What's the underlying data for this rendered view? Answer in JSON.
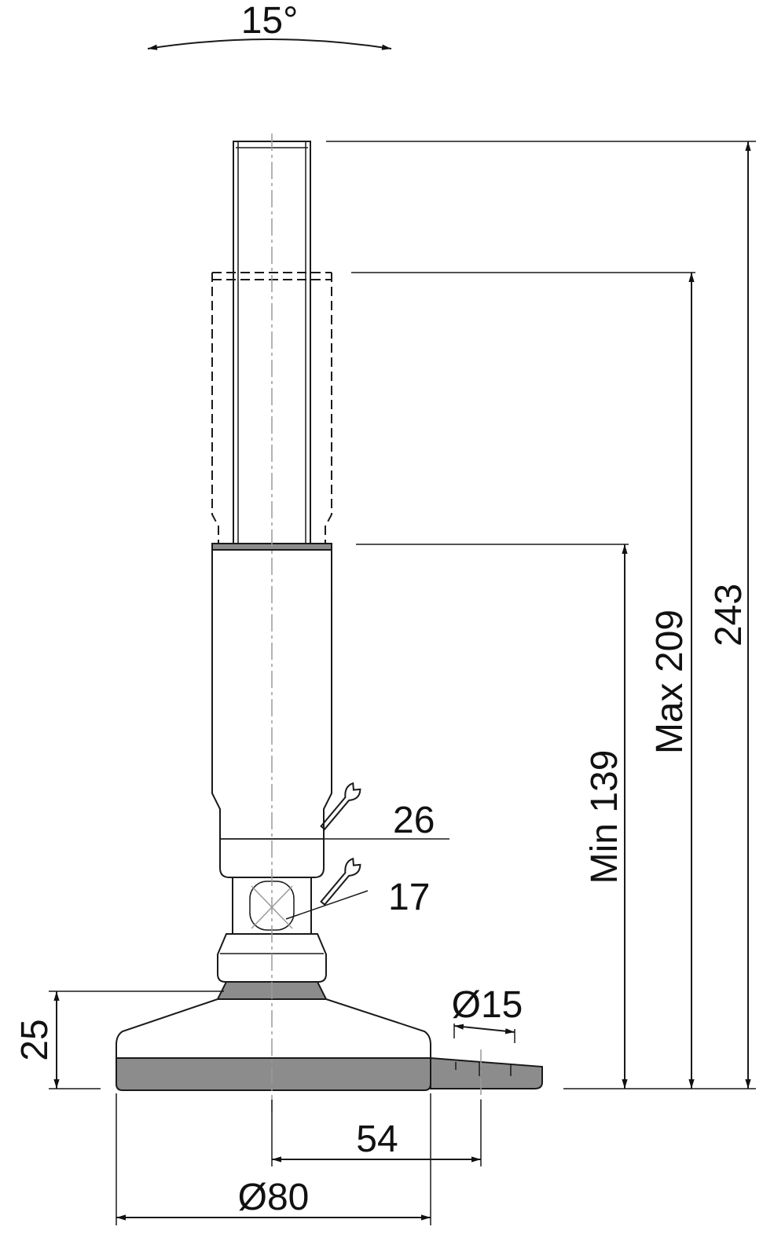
{
  "drawing": {
    "tilt_angle": "15°",
    "total_height": "243",
    "max_height": "Max 209",
    "min_height": "Min 139",
    "wrench_upper": "26",
    "wrench_lower": "17",
    "hole_diameter": "Ø15",
    "base_height": "25",
    "hole_offset": "54",
    "base_diameter": "Ø80",
    "icons": [
      "wrench-icon",
      "wrench-icon"
    ],
    "colors": {
      "line": "#1a1a1a",
      "rubber_pad": "#8c8c8c",
      "centerline": "#9a9a9a"
    }
  }
}
